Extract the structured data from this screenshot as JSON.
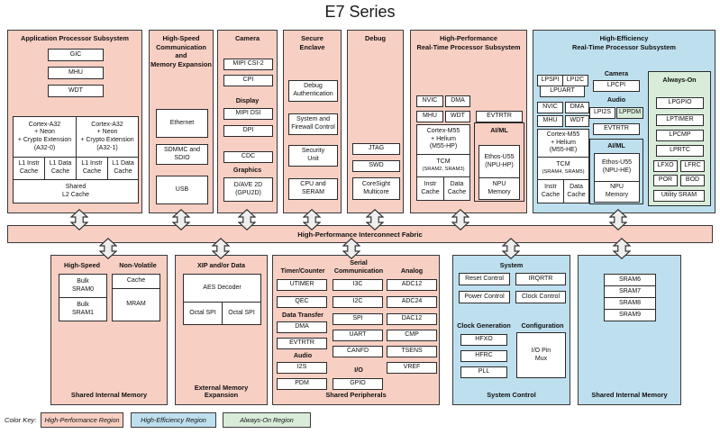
{
  "title": "E7 Series",
  "colors": {
    "high_performance_region": "#f7cfc3",
    "high_efficiency_region": "#bedfee",
    "always_on_region": "#d9ecda",
    "box_fill": "#ffffff",
    "border": "#3a3a3a",
    "arrow_fill": "#efefef"
  },
  "fabric_label": "High-Performance Interconnect Fabric",
  "app": {
    "title": "Application Processor Subsystem",
    "gic": "GIC",
    "mhu": "MHU",
    "wdt": "WDT",
    "cpu0": "Cortex-A32\n+ Neon\n+ Crypto Extension\n(A32-0)",
    "cpu1": "Cortex-A32\n+ Neon\n+ Crypto Extension\n(A32-1)",
    "l1i": "L1 Instr\nCache",
    "l1d": "L1 Data\nCache",
    "l2": "Shared\nL2 Cache"
  },
  "hscomm": {
    "title": "High-Speed\nCommunication and\nMemory Expansion",
    "ethernet": "Ethernet",
    "sdmmc": "SDMMC and\nSDIO",
    "usb": "USB"
  },
  "camera": {
    "title": "Camera",
    "mipi_csi2": "MIPI CSI-2",
    "cpi": "CPI",
    "display_header": "Display",
    "mipi_dsi": "MIPI DSI",
    "dpi": "DPI",
    "cdc": "CDC",
    "graphics_header": "Graphics",
    "gpu2d": "D/AVE 2D\n(GPU2D)"
  },
  "secure": {
    "title": "Secure\nEnclave",
    "debug_auth": "Debug\nAuthentication",
    "firewall": "System and\nFirewall Control",
    "security_unit": "Security\nUnit",
    "cpu_seram": "CPU and\nSERAM"
  },
  "debug": {
    "title": "Debug",
    "jtag": "JTAG",
    "swd": "SWD",
    "coresight": "CoreSight\nMulticore"
  },
  "hprt": {
    "title": "High-Performance\nReal-Time Processor Subsystem",
    "nvic": "NVIC",
    "dma": "DMA",
    "mhu": "MHU",
    "wdt": "WDT",
    "cpu": "Cortex-M55\n+ Helium\n(M55-HP)",
    "tcm": "TCM",
    "tcm_sub": "(SRAM2, SRAM3)",
    "icache": "Instr\nCache",
    "dcache": "Data\nCache",
    "evtrtr": "EVTRTR",
    "aiml_header": "AI/ML",
    "npu": "Ethos-U55\n(NPU-HP)",
    "npu_memory": "NPU\nMemory"
  },
  "hert": {
    "title": "High-Efficiency\nReal-Time Processor Subsystem",
    "lpspi": "LPSPI",
    "lpi2c": "LPI2C",
    "lpuart": "LPUART",
    "nvic": "NVIC",
    "dma": "DMA",
    "mhu": "MHU",
    "wdt": "WDT",
    "cpu": "Cortex-M55\n+ Helium\n(M55-HE)",
    "tcm": "TCM",
    "tcm_sub": "(SRAM4, SRAM5)",
    "icache": "Instr\nCache",
    "dcache": "Data\nCache",
    "camera_header": "Camera",
    "lpcpi": "LPCPI",
    "audio_header": "Audio",
    "lpi2s": "LPI2S",
    "lppdm": "LPPDM",
    "evtrtr": "EVTRTR",
    "aiml_header": "AI/ML",
    "npu": "Ethos-U55\n(NPU-HE)",
    "npu_memory": "NPU\nMemory",
    "always_on": {
      "title": "Always-On",
      "lpgpio": "LPGPIO",
      "lptimer": "LPTIMER",
      "lpcmp": "LPCMP",
      "lprtc": "LPRTC",
      "lfxo": "LFXO",
      "lfrc": "LFRC",
      "por": "POR",
      "bod": "BOD",
      "utility_sram": "Utility SRAM"
    }
  },
  "mem1": {
    "title": "Shared Internal Memory",
    "high_speed_header": "High-Speed",
    "non_volatile_header": "Non-Volatile",
    "bulk_sram0": "Bulk\nSRAM0",
    "bulk_sram1": "Bulk\nSRAM1",
    "cache": "Cache",
    "mram": "MRAM"
  },
  "extmem": {
    "title": "External Memory\nExpansion",
    "xip_header": "XIP and/or Data",
    "aes": "AES Decoder",
    "octal_spi_0": "Octal SPI",
    "octal_spi_1": "Octal SPI"
  },
  "periph": {
    "title": "Shared Peripherals",
    "timer_header": "Timer/Counter",
    "utimer": "UTIMER",
    "qec": "QEC",
    "data_transfer_header": "Data Transfer",
    "dma": "DMA",
    "evtrtr": "EVTRTR",
    "audio_header": "Audio",
    "i2s": "I2S",
    "pdm": "PDM",
    "serial_header": "Serial\nCommunication",
    "i3c": "I3C",
    "i2c": "I2C",
    "spi": "SPI",
    "uart": "UART",
    "canfd": "CANFD",
    "io_header": "I/O",
    "gpio": "GPIO",
    "analog_header": "Analog",
    "adc12": "ADC12",
    "adc24": "ADC24",
    "dac12": "DAC12",
    "cmp": "CMP",
    "tsens": "TSENS",
    "vref": "VREF"
  },
  "sysctl": {
    "title": "System Control",
    "system_header": "System",
    "reset": "Reset Control",
    "irqrtr": "IRQRTR",
    "power": "Power Control",
    "clock_control": "Clock Control",
    "clockgen_header": "Clock Generation",
    "hfxo": "HFXO",
    "hfrc": "HFRC",
    "pll": "PLL",
    "config_header": "Configuration",
    "io_pin_mux": "I/O Pin\nMux"
  },
  "mem2": {
    "title": "Shared Internal Memory",
    "sram6": "SRAM6",
    "sram7": "SRAM7",
    "sram8": "SRAM8",
    "sram9": "SRAM9"
  },
  "color_key": {
    "label": "Color Key:",
    "high_performance": "High-Performance Region",
    "high_efficiency": "High-Efficiency Region",
    "always_on": "Always-On Region"
  }
}
